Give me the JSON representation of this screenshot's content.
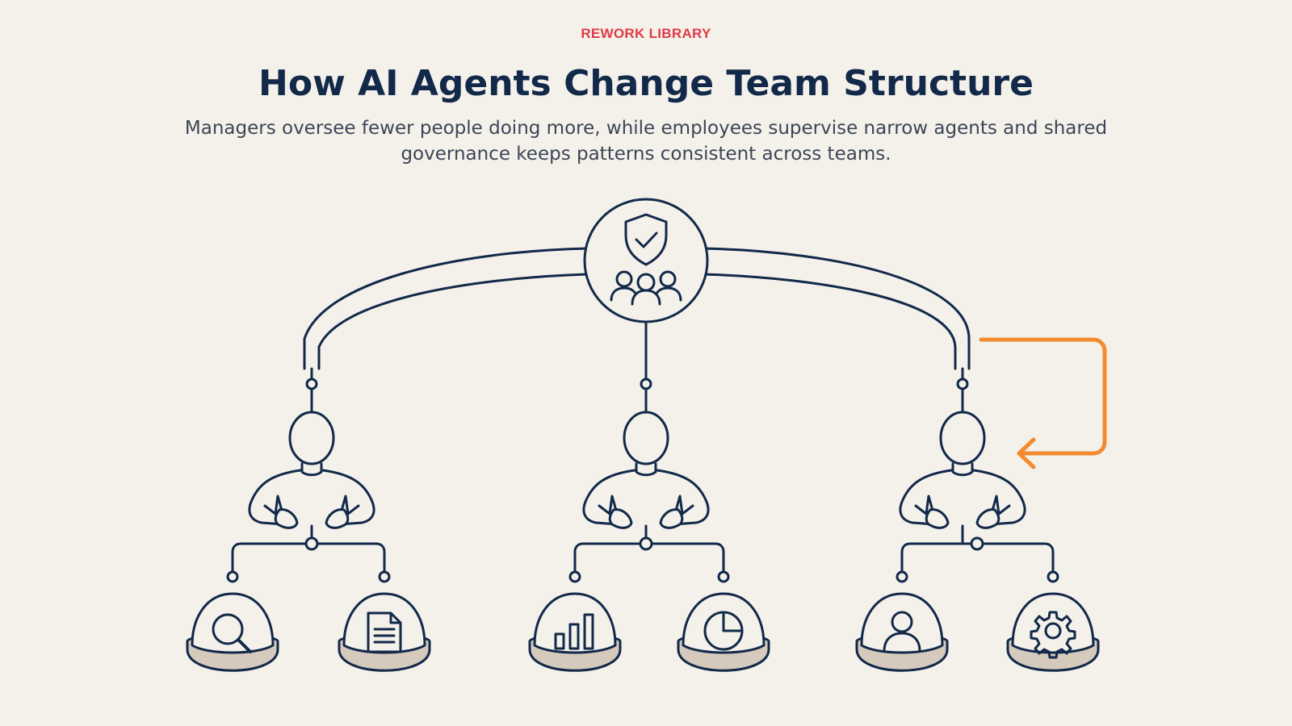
{
  "header": {
    "eyebrow": "REWORK LIBRARY",
    "title": "How AI Agents Change Team Structure",
    "subtitle": "Managers oversee fewer people doing more, while employees supervise narrow agents and shared governance keeps patterns consistent across teams."
  },
  "colors": {
    "background": "#f4f1ea",
    "ink": "#12294a",
    "accent_red": "#e03a47",
    "accent_orange": "#f28b30",
    "agent_base": "#d6cabd"
  },
  "diagram": {
    "hub_icons": [
      "shield-check-icon",
      "people-group-icon"
    ],
    "teams": [
      {
        "member": "employee-figure",
        "agents": [
          "search-icon",
          "document-icon"
        ]
      },
      {
        "member": "employee-figure",
        "agents": [
          "bar-chart-icon",
          "pie-chart-icon"
        ]
      },
      {
        "member": "employee-figure",
        "agents": [
          "user-icon",
          "gear-icon"
        ]
      }
    ],
    "feedback_loop": "orange-arrow"
  }
}
